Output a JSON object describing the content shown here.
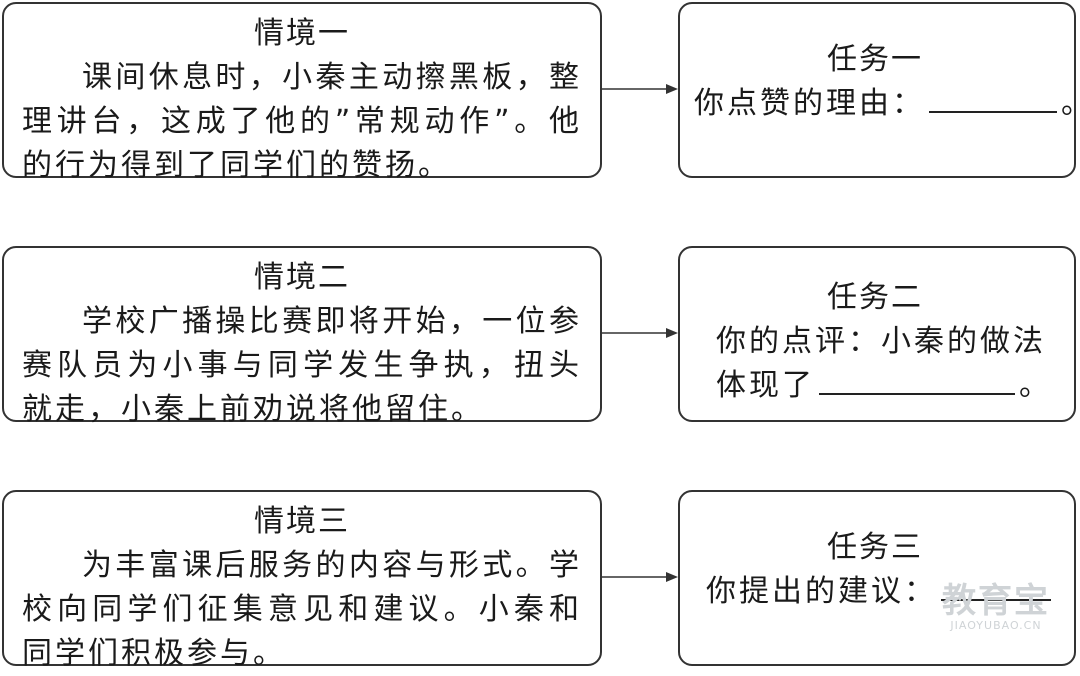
{
  "scenes": [
    {
      "title": "情境一",
      "text": "课间休息时，小秦主动擦黑板，整理讲台，这成了他的”常规动作”。他的行为得到了同学们的赞扬。"
    },
    {
      "title": "情境二",
      "text": "学校广播操比赛即将开始，一位参赛队员为小事与同学发生争执，扭头就走，小秦上前劝说将他留住。"
    },
    {
      "title": "情境三",
      "text": "为丰富课后服务的内容与形式。学校向同学们征集意见和建议。小秦和同学们积极参与。"
    }
  ],
  "tasks": [
    {
      "title": "任务一",
      "prompt": "你点赞的理由：",
      "end": "。"
    },
    {
      "title": "任务二",
      "prompt": "你的点评：小秦的做法",
      "prompt2": "体现了",
      "end": "。"
    },
    {
      "title": "任务三",
      "prompt": "你提出的建议："
    }
  ],
  "watermark": {
    "main": "教育宝",
    "sub": "JIAOYUBAO.CN"
  }
}
